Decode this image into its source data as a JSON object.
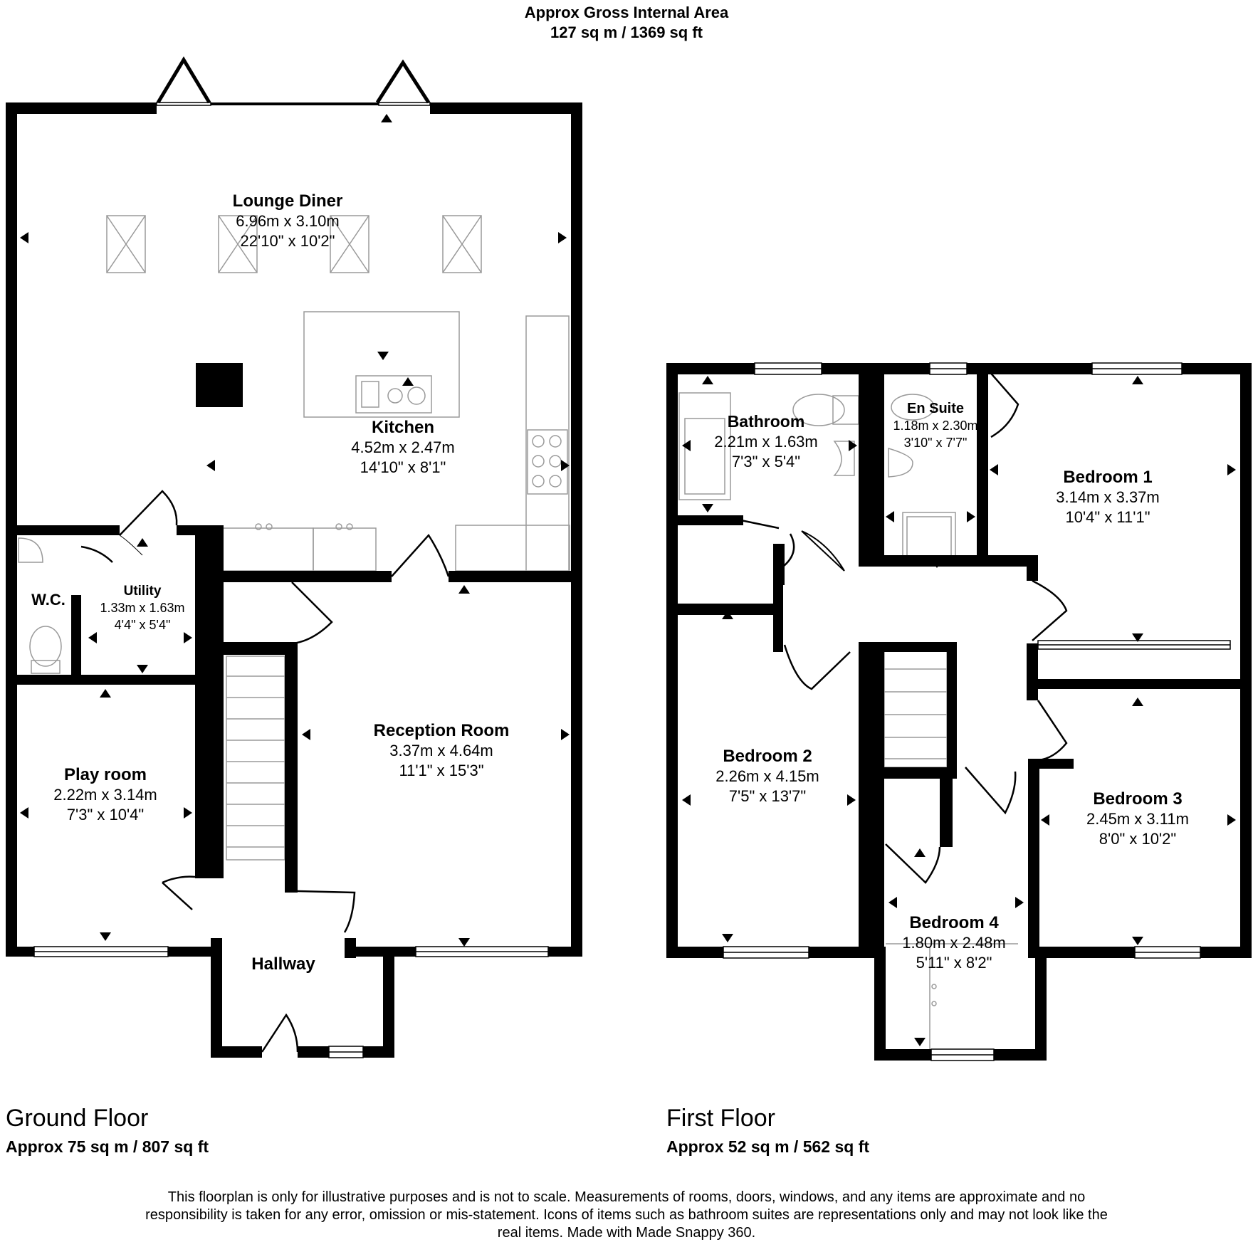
{
  "header": {
    "line1": "Approx Gross Internal Area",
    "line2": "127 sq m / 1369 sq ft"
  },
  "ground_floor": {
    "title": "Ground Floor",
    "area": "Approx 75 sq m / 807 sq ft",
    "rooms": {
      "lounge": {
        "name": "Lounge Diner",
        "metric": "6.96m x 3.10m",
        "imperial": "22'10\" x 10'2\""
      },
      "kitchen": {
        "name": "Kitchen",
        "metric": "4.52m x 2.47m",
        "imperial": "14'10\" x 8'1\""
      },
      "wc": {
        "name": "W.C."
      },
      "utility": {
        "name": "Utility",
        "metric": "1.33m x 1.63m",
        "imperial": "4'4\" x 5'4\""
      },
      "reception": {
        "name": "Reception Room",
        "metric": "3.37m x 4.64m",
        "imperial": "11'1\" x 15'3\""
      },
      "playroom": {
        "name": "Play room",
        "metric": "2.22m x 3.14m",
        "imperial": "7'3\" x 10'4\""
      },
      "hallway": {
        "name": "Hallway"
      }
    }
  },
  "first_floor": {
    "title": "First Floor",
    "area": "Approx 52 sq m / 562 sq ft",
    "rooms": {
      "bathroom": {
        "name": "Bathroom",
        "metric": "2.21m x 1.63m",
        "imperial": "7'3\" x 5'4\""
      },
      "ensuite": {
        "name": "En Suite",
        "metric": "1.18m x 2.30m",
        "imperial": "3'10\" x 7'7\""
      },
      "bedroom1": {
        "name": "Bedroom 1",
        "metric": "3.14m x 3.37m",
        "imperial": "10'4\" x 11'1\""
      },
      "bedroom2": {
        "name": "Bedroom 2",
        "metric": "2.26m x 4.15m",
        "imperial": "7'5\" x 13'7\""
      },
      "bedroom3": {
        "name": "Bedroom 3",
        "metric": "2.45m x 3.11m",
        "imperial": "8'0\" x 10'2\""
      },
      "bedroom4": {
        "name": "Bedroom 4",
        "metric": "1.80m x 2.48m",
        "imperial": "5'11\" x 8'2\""
      }
    }
  },
  "disclaimer": "This floorplan is only for illustrative purposes and is not to scale. Measurements of rooms, doors, windows, and any items are approximate and no responsibility is taken for any error, omission or mis-statement. Icons of items such as bathroom suites are representations only and may not look like the real items. Made with Made Snappy 360.",
  "colors": {
    "wall": "#000000",
    "background": "#ffffff",
    "fixture": "#999999"
  }
}
